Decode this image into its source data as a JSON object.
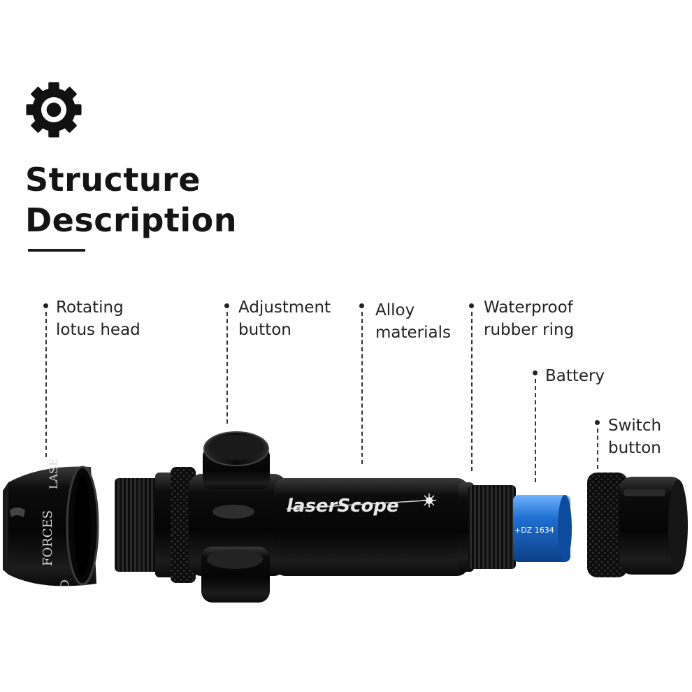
{
  "title": {
    "line1": "Structure",
    "line2": "Description"
  },
  "icon": "gear-icon",
  "parts": [
    {
      "line1": "Rotating",
      "line2": "lotus head"
    },
    {
      "line1": "Adjustment",
      "line2": "button"
    },
    {
      "line1": "Alloy",
      "line2": "materials"
    },
    {
      "line1": "Waterproof",
      "line2": "rubber ring"
    },
    {
      "line1": "Battery",
      "line2": ""
    },
    {
      "line1": "Switch",
      "line2": "button"
    }
  ],
  "product": {
    "brand": "laserScope",
    "head_text_a": "FORCES",
    "head_text_b": "LASE",
    "head_text_c": "D",
    "battery_text": "+DZ 1634"
  },
  "colors": {
    "body": "#111111",
    "battery": "#1f6fd1",
    "text": "#1a1a1a"
  }
}
